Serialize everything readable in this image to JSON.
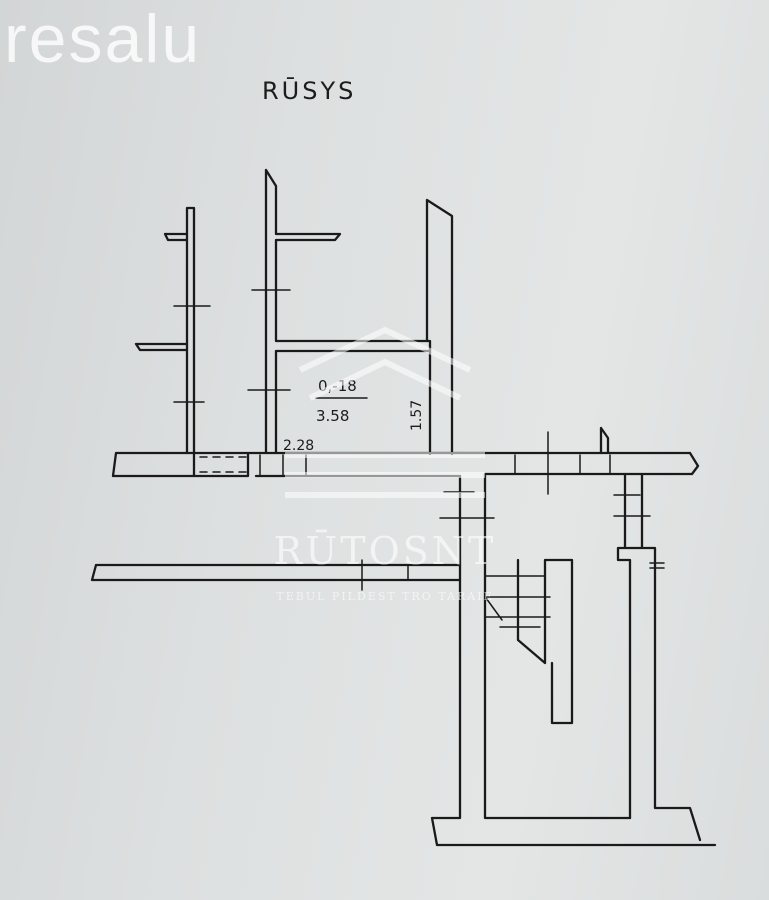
{
  "brand": {
    "name": "resalu"
  },
  "plan": {
    "title": "RŪSYS",
    "room": {
      "number": "0,-18",
      "area": "3.58",
      "dim_width": "2.28",
      "dim_height": "1.57"
    }
  },
  "watermark": {
    "name": "RŪTOSNT",
    "tagline": "TEBUL PILDEST TRO TARAIE"
  }
}
